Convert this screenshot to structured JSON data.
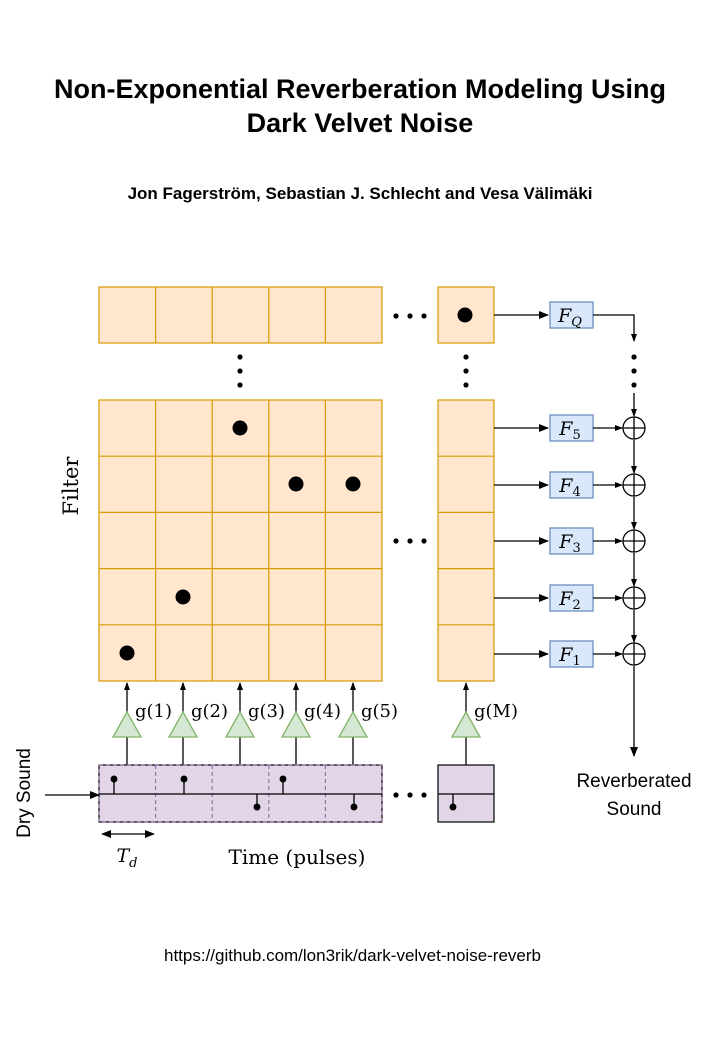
{
  "header": {
    "title_line1": "Non-Exponential Reverberation Modeling Using",
    "title_line2": "Dark Velvet Noise",
    "authors": "Jon Fagerström, Sebastian J. Schlecht and Vesa Välimäki"
  },
  "diagram": {
    "filter_axis_label": "Filter",
    "dry_sound_label": "Dry Sound",
    "time_label": "Time (pulses)",
    "td_label": "T",
    "td_sub": "d",
    "output_label_line1": "Reverberated",
    "output_label_line2": "Sound",
    "gains": [
      "g(1)",
      "g(2)",
      "g(3)",
      "g(4)",
      "g(5)",
      "g(M)"
    ],
    "filters": [
      {
        "base": "F",
        "sub": "Q"
      },
      {
        "base": "F",
        "sub": "5"
      },
      {
        "base": "F",
        "sub": "4"
      },
      {
        "base": "F",
        "sub": "3"
      },
      {
        "base": "F",
        "sub": "2"
      },
      {
        "base": "F",
        "sub": "1"
      }
    ],
    "colors": {
      "grid_fill": "#ffe6cc",
      "grid_stroke": "#d79b00",
      "filter_fill": "#dae8fc",
      "filter_stroke": "#6c8ebf",
      "amp_fill": "#d5e8d4",
      "amp_stroke": "#82b366",
      "pulse_fill": "#e1d5e7",
      "pulse_stroke": "#9673a6"
    }
  },
  "footer": {
    "url": "https://github.com/lon3rik/dark-velvet-noise-reverb"
  }
}
